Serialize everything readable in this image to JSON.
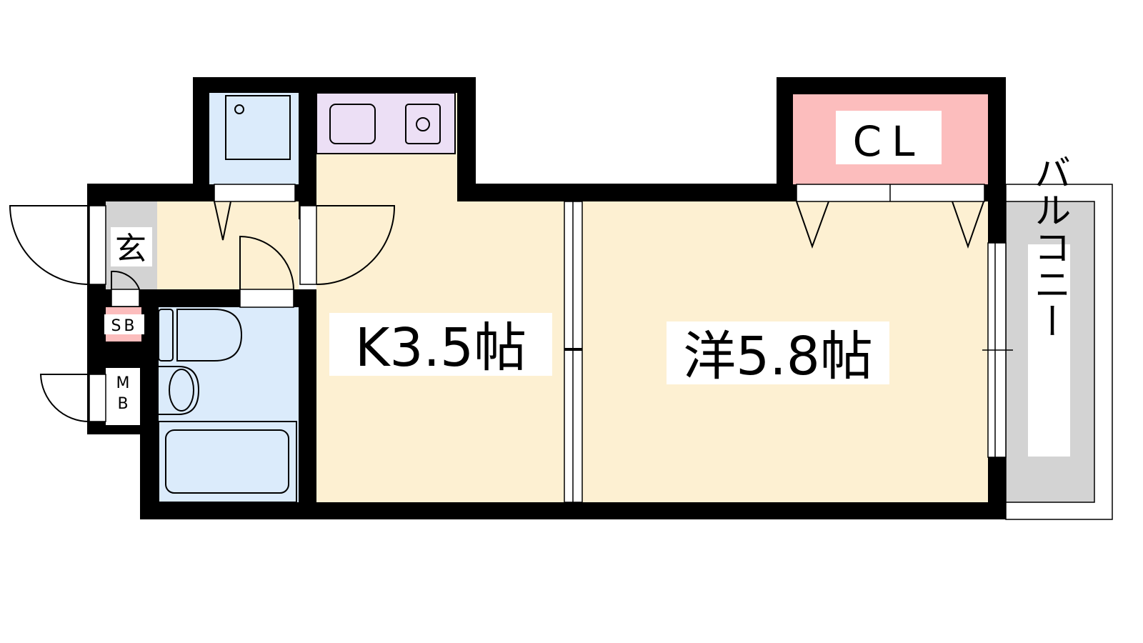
{
  "rooms": {
    "kitchen": "K3.5帖",
    "western": "洋5.8帖",
    "closet": "CL",
    "entrance": "玄",
    "shoe_box": "SB",
    "meter_box_line1": "M",
    "meter_box_line2": "B",
    "balcony": "バルコニー"
  },
  "colors": {
    "wall": "#000000",
    "floor": "#fdf0d2",
    "wet_area": "#dbebfb",
    "kitchen_counter": "#ecdff5",
    "closet": "#fcbdbd",
    "entrance": "#d3d3d3",
    "balcony": "#d3d3d3"
  }
}
